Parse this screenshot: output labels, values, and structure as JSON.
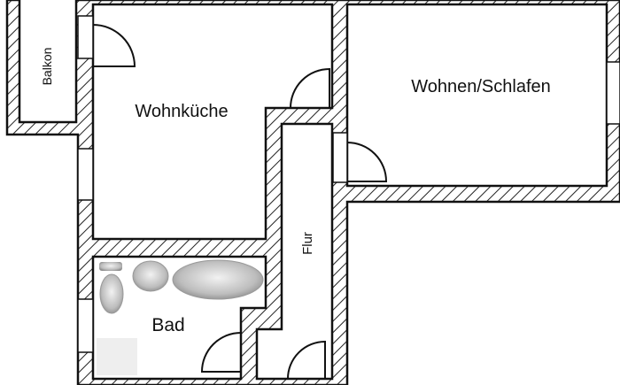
{
  "rooms": {
    "balkon": "Balkon",
    "wohnkueche": "Wohnküche",
    "wohnen": "Wohnen/Schlafen",
    "flur": "Flur",
    "bad": "Bad"
  },
  "colors": {
    "wall": "#111111",
    "background": "#ffffff"
  }
}
